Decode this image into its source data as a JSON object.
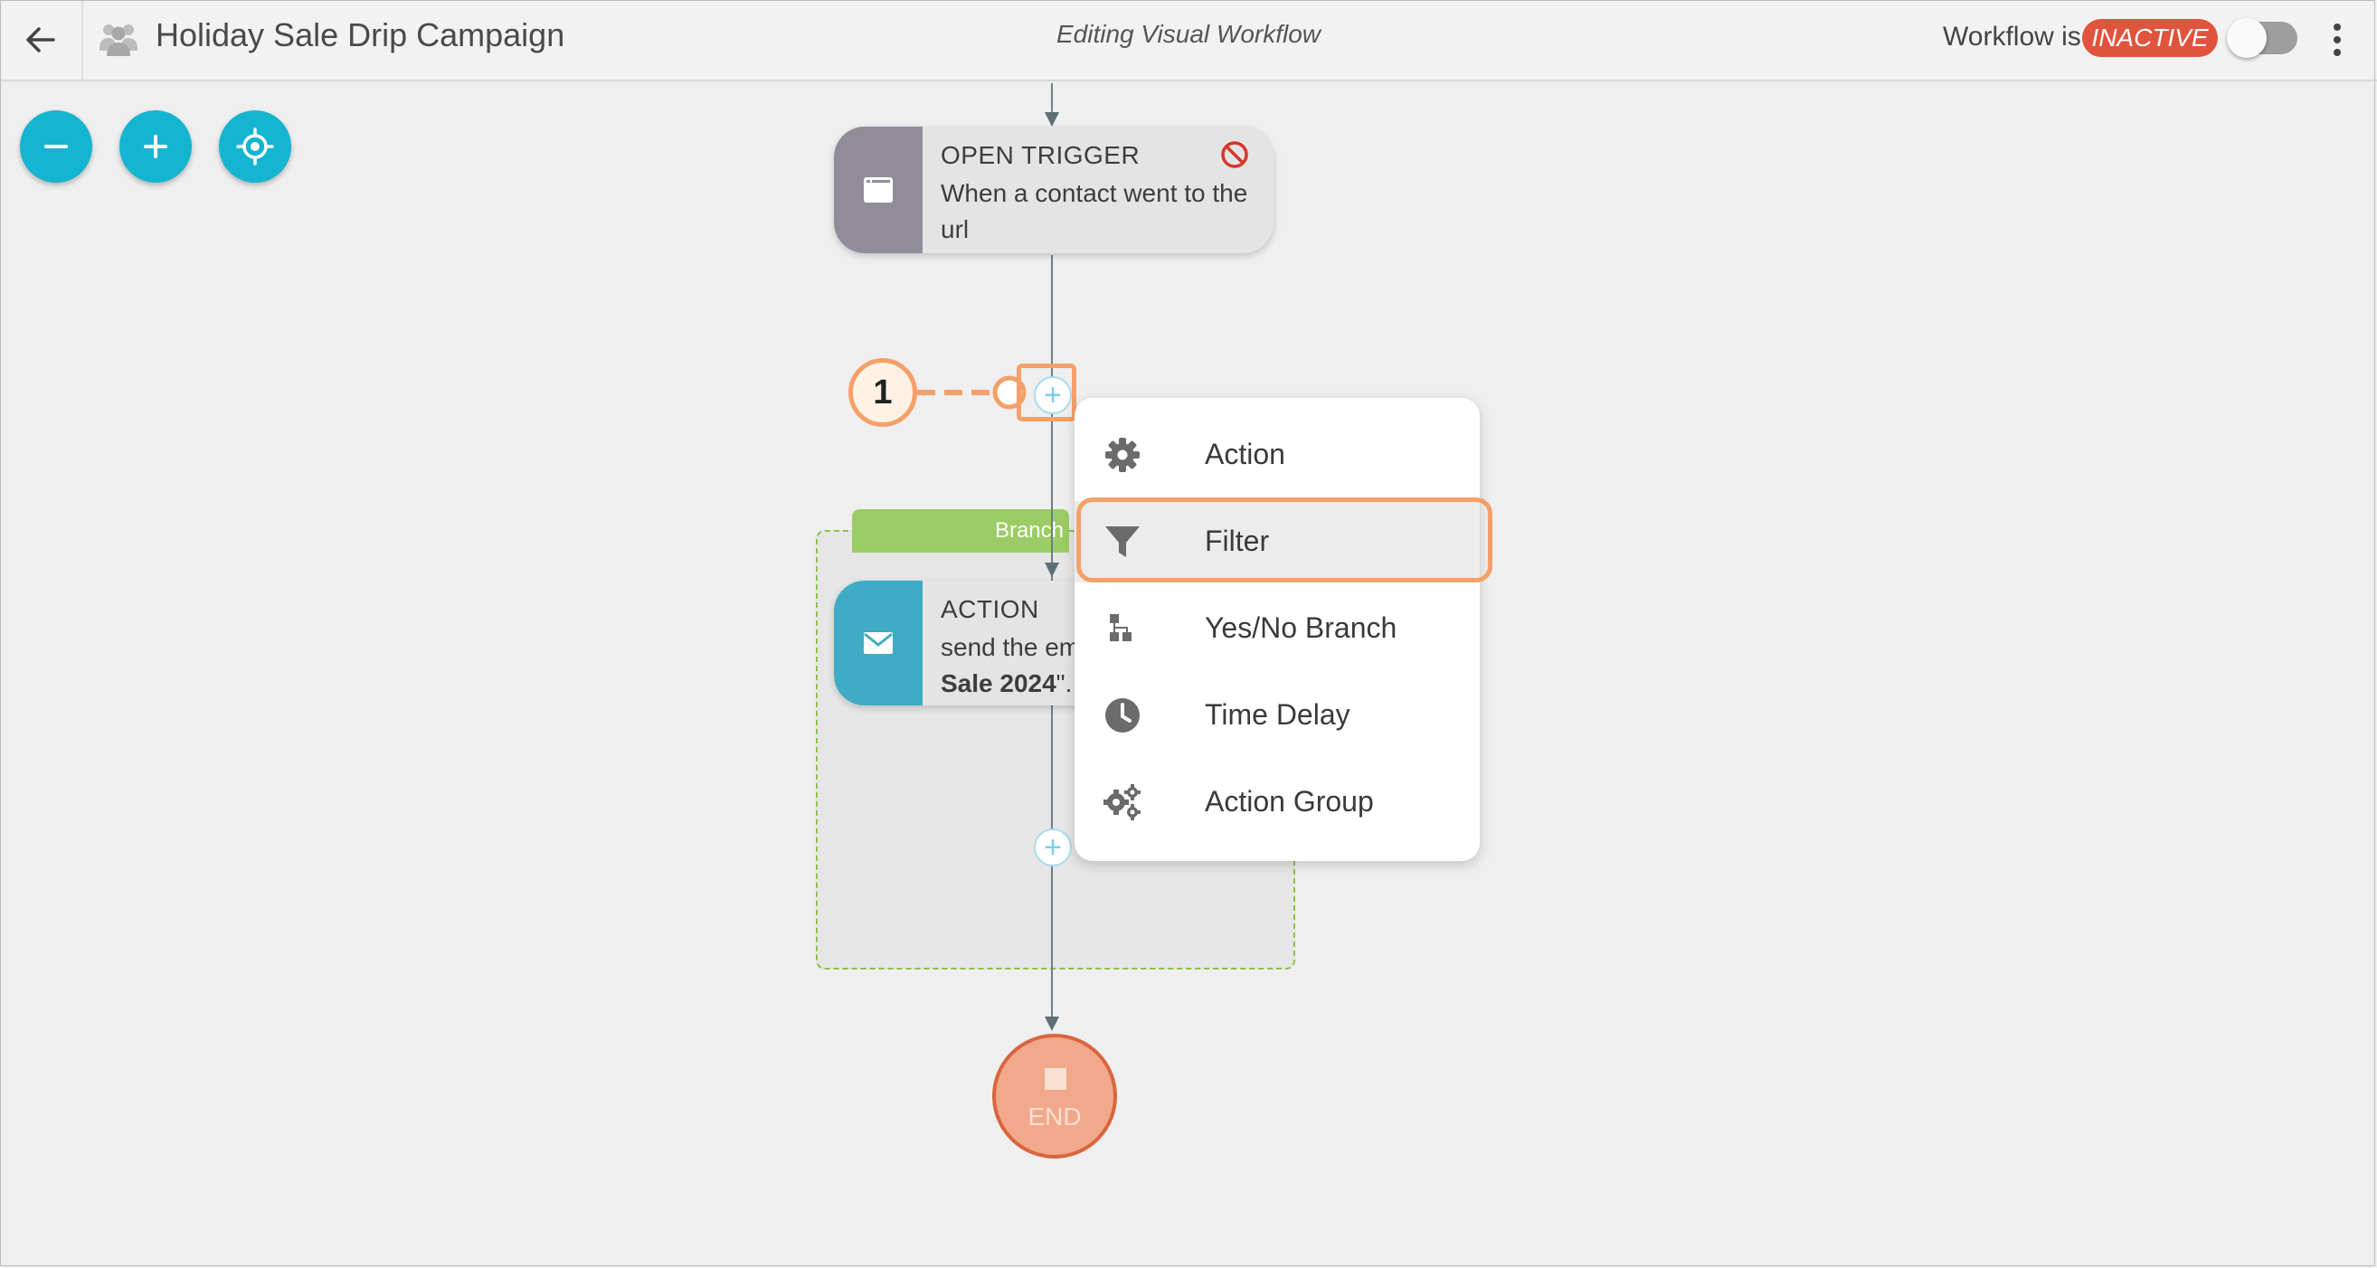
{
  "header": {
    "back_icon": "arrow-left-icon",
    "group_icon": "users-group-icon",
    "title": "Holiday Sale Drip Campaign",
    "subtitle": "Editing Visual Workflow",
    "status_label": "Workflow is",
    "status_value": "INACTIVE",
    "status_color": "#e0533d",
    "toggle_on": false,
    "more_icon": "kebab-menu-icon"
  },
  "zoom_controls": {
    "zoom_out_icon": "minus-icon",
    "zoom_in_icon": "plus-icon",
    "recenter_icon": "crosshair-icon",
    "accent_color": "#14b5d0"
  },
  "workflow": {
    "trigger": {
      "type": "OPEN TRIGGER",
      "description": "When a contact went to the url",
      "icon": "browser-window-icon",
      "status_icon": "blocked-icon"
    },
    "branch": {
      "label": "Branch",
      "action": {
        "type": "ACTION",
        "description_start": "send the em",
        "description_bold": "Sale 2024",
        "description_end": "\".",
        "icon": "envelope-icon"
      }
    },
    "end": {
      "label": "END"
    }
  },
  "callout": {
    "number": "1",
    "color": "#f5a068"
  },
  "add_menu": {
    "items": [
      {
        "label": "Action",
        "icon": "gear-icon"
      },
      {
        "label": "Filter",
        "icon": "funnel-icon",
        "highlighted": true
      },
      {
        "label": "Yes/No Branch",
        "icon": "branch-tree-icon"
      },
      {
        "label": "Time Delay",
        "icon": "clock-icon"
      },
      {
        "label": "Action Group",
        "icon": "gears-icon"
      }
    ]
  }
}
